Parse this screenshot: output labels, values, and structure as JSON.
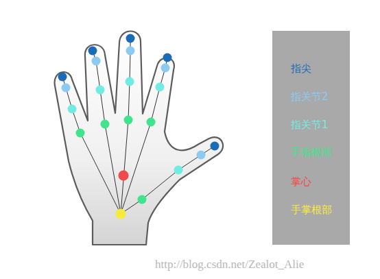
{
  "diagram": {
    "labels": [
      "http://blog.csdn.net/Zealot_Alie"
    ],
    "legend": [
      {
        "text": "指尖",
        "color": "#1a6cb8"
      },
      {
        "text": "指关节2",
        "color": "#8ccaf2"
      },
      {
        "text": "指关节1",
        "color": "#70ece2"
      },
      {
        "text": "手指根部",
        "color": "#3fe48c"
      },
      {
        "text": "掌心",
        "color": "#f04a4a"
      },
      {
        "text": "手掌根部",
        "color": "#f7ea3e"
      }
    ]
  }
}
